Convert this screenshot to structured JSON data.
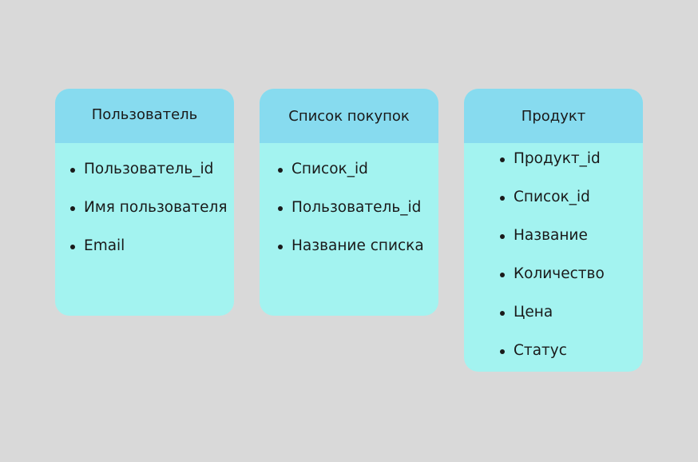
{
  "entities": [
    {
      "title": "Пользователь",
      "fields": [
        "Пользователь_id",
        "Имя пользователя",
        "Email"
      ]
    },
    {
      "title": "Список покупок",
      "fields": [
        "Список_id",
        "Пользователь_id",
        "Название списка"
      ]
    },
    {
      "title": "Продукт",
      "fields": [
        "Продукт_id",
        "Список_id",
        "Название",
        "Количество",
        "Цена",
        "Статус"
      ]
    }
  ],
  "colors": {
    "background": "#d9d9d9",
    "header": "#87dbef",
    "body": "#a3f3f0",
    "text": "#1a1a1a"
  }
}
